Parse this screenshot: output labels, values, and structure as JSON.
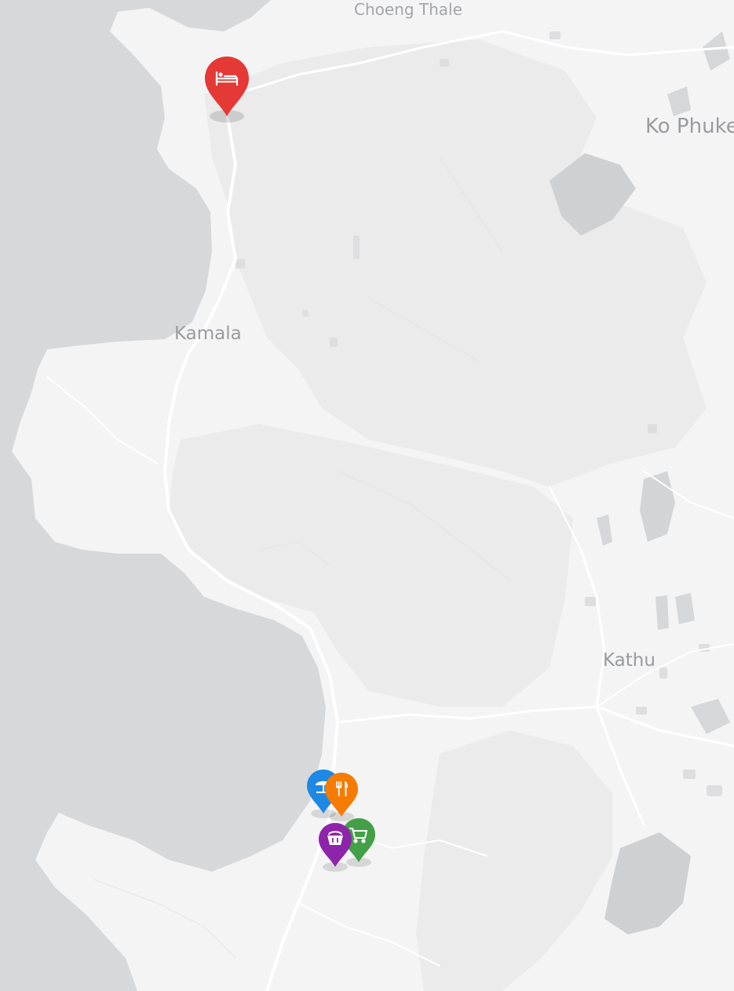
{
  "map": {
    "colors": {
      "water": "#d7d8da",
      "land": "#f4f4f5",
      "park": "#ebebec",
      "road": "#ffffff",
      "building": "#dcdcde",
      "label": "#9a9c9f"
    },
    "places": [
      {
        "id": "choeng-thale",
        "name": "Choeng Thale"
      },
      {
        "id": "ko-phuket",
        "name": "Ko Phuket"
      },
      {
        "id": "kamala",
        "name": "Kamala"
      },
      {
        "id": "kathu",
        "name": "Kathu"
      }
    ],
    "markers": [
      {
        "id": "hotel",
        "category": "hotel",
        "icon": "bed-icon",
        "color": "#e53935"
      },
      {
        "id": "beach",
        "category": "beach",
        "icon": "umbrella-icon",
        "color": "#1e88e5"
      },
      {
        "id": "restaurant",
        "category": "restaurant",
        "icon": "fork-knife-icon",
        "color": "#f57c00"
      },
      {
        "id": "shopping",
        "category": "shopping",
        "icon": "basket-icon",
        "color": "#8e24aa"
      },
      {
        "id": "grocery",
        "category": "grocery",
        "icon": "cart-icon",
        "color": "#43a047"
      }
    ]
  }
}
